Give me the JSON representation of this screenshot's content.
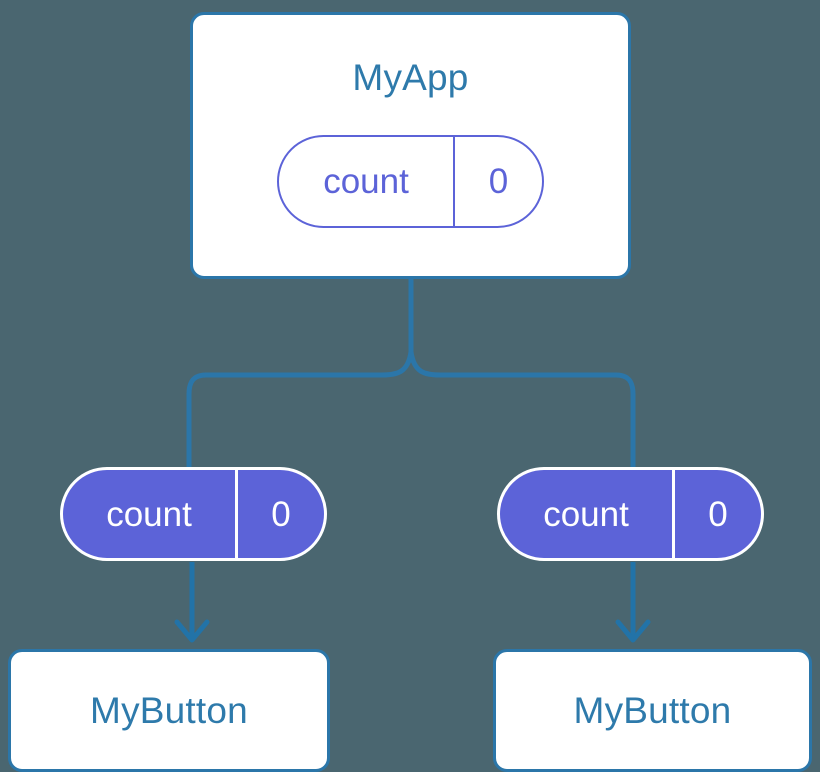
{
  "diagram": {
    "title_text": "MyApp",
    "background_color": "#4a6670",
    "connector_color": "#2b76a9",
    "card_border_color": "#2b76a9",
    "card_text_color": "#2e7aab",
    "state_accent_color": "#5c63d8",
    "state_text_color": "#ffffff"
  },
  "root": {
    "name": "MyApp",
    "state": {
      "key": "count",
      "value": "0"
    }
  },
  "children": [
    {
      "state": {
        "key": "count",
        "value": "0"
      },
      "component": {
        "name": "MyButton"
      }
    },
    {
      "state": {
        "key": "count",
        "value": "0"
      },
      "component": {
        "name": "MyButton"
      }
    }
  ]
}
